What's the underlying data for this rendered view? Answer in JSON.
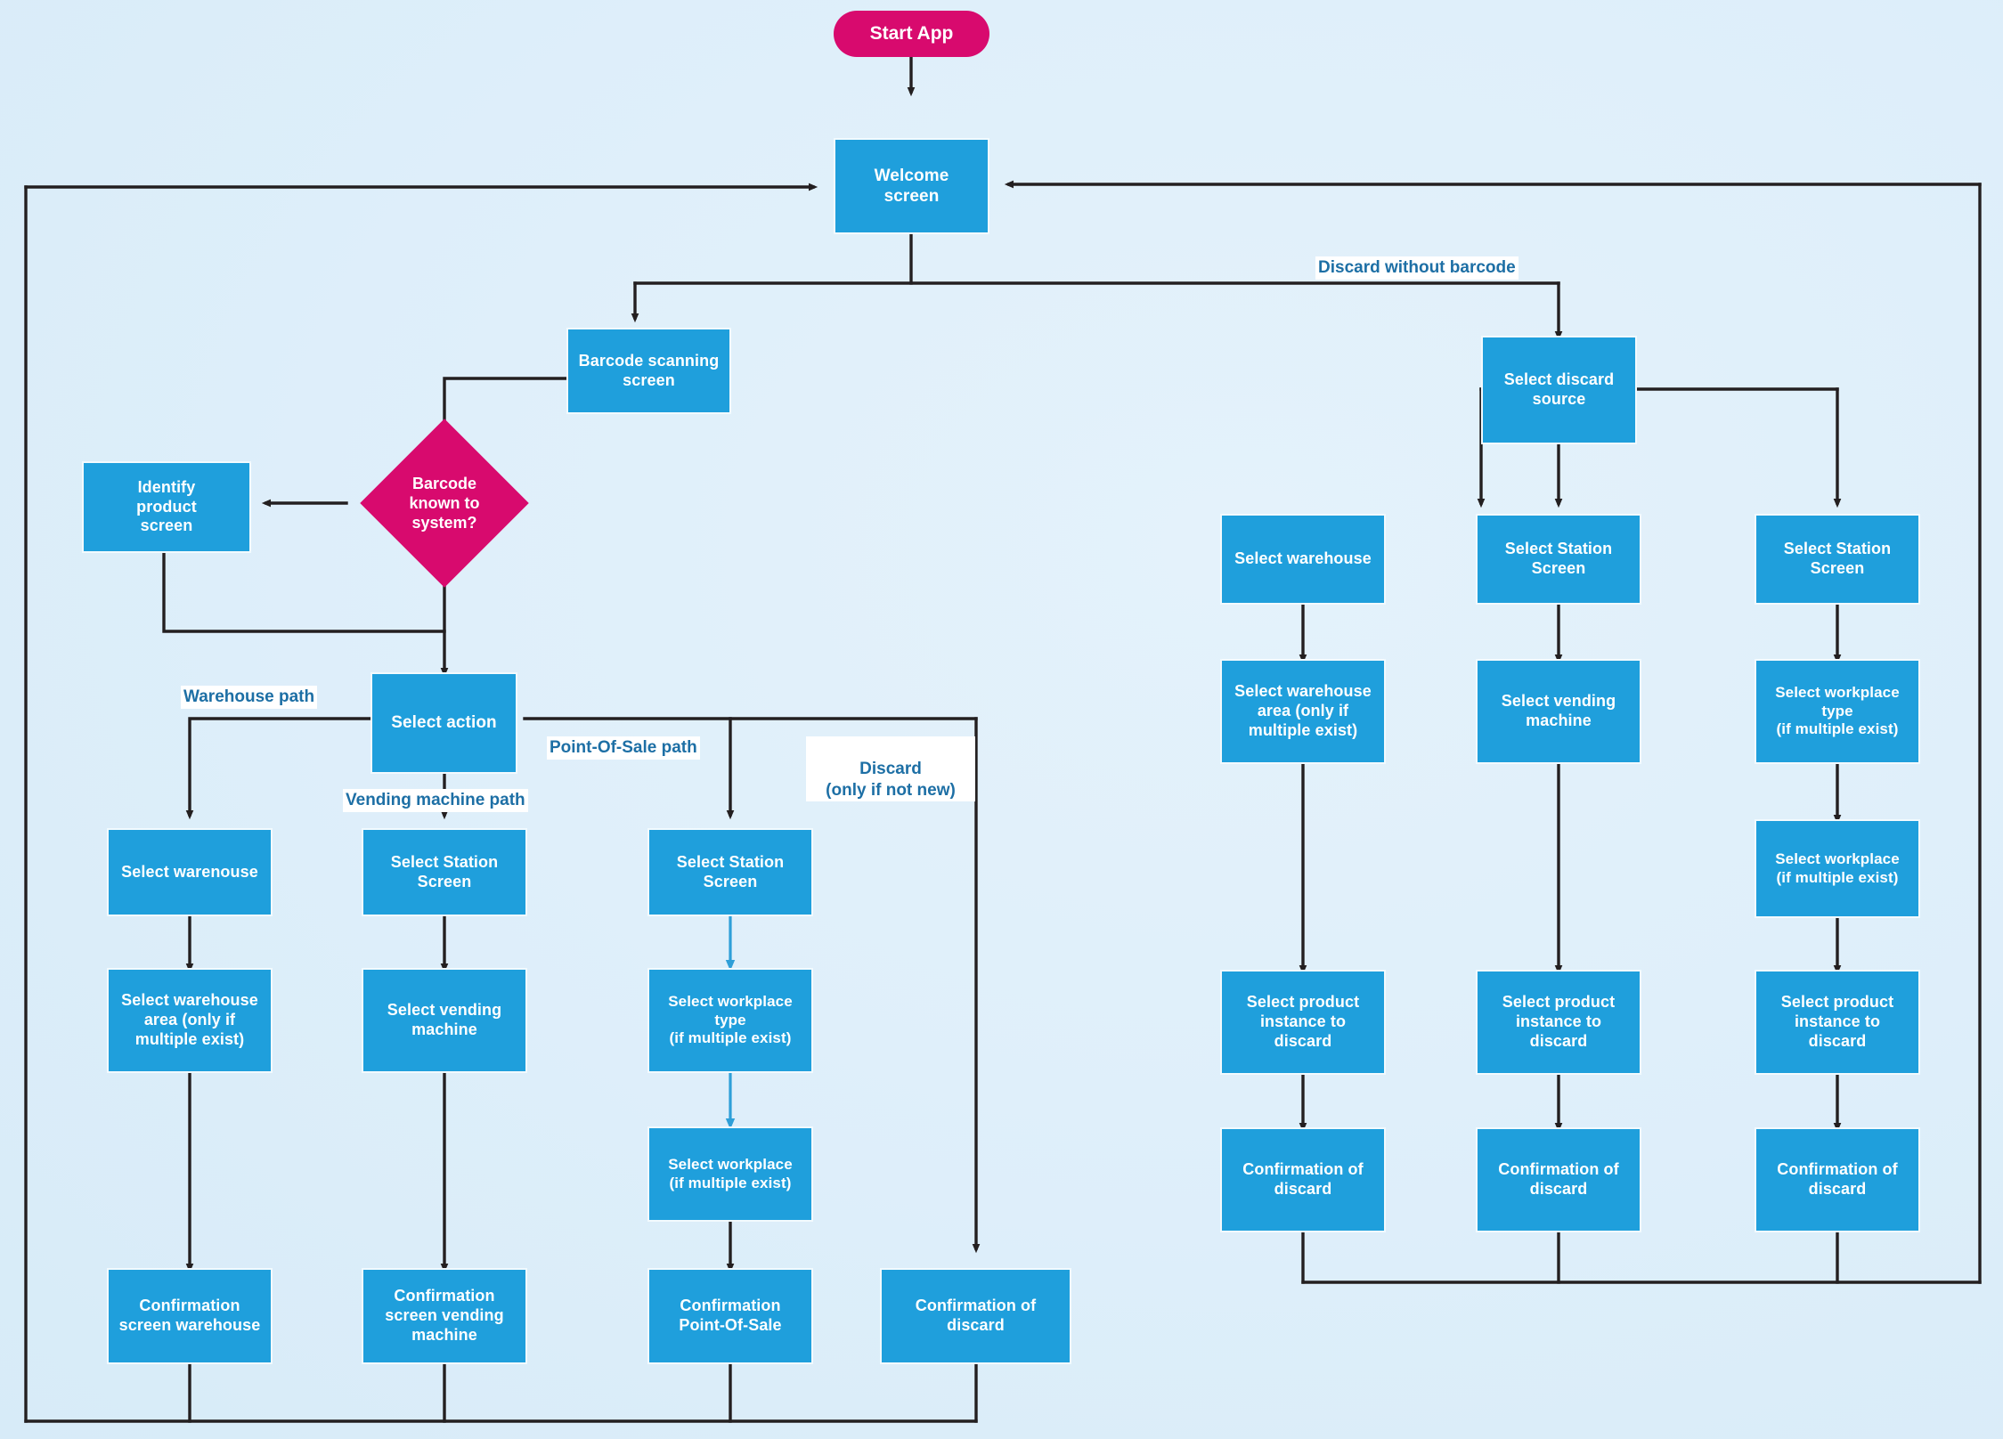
{
  "diagram": {
    "title": "Application navigation flowchart",
    "colors": {
      "node_fill": "#1f9fdc",
      "terminator_fill": "#d80a6e",
      "decision_fill": "#d80a6e",
      "node_text": "#ffffff",
      "edge_label_text": "#1d6fa5",
      "edge_label_bg": "#ffffff",
      "connector": "#231f20",
      "connector_light": "#2e9fd8",
      "background": "#ddeefa"
    },
    "nodes": {
      "start_app": "Start App",
      "welcome_screen": "Welcome\nscreen",
      "barcode_scanning_screen": "Barcode scanning\nscreen",
      "barcode_known": "Barcode\nknown to\nsystem?",
      "identify_product_screen": "Identify\nproduct\nscreen",
      "select_action": "Select action",
      "select_warenouse": "Select warenouse",
      "select_warehouse_area": "Select warehouse\narea (only if\nmultiple exist)",
      "confirmation_screen_warehouse": "Confirmation\nscreen warehouse",
      "select_station_screen_vending": "Select Station\nScreen",
      "select_vending_machine": "Select vending\nmachine",
      "confirmation_screen_vending_machine": "Confirmation\nscreen vending\nmachine",
      "select_station_screen_pos": "Select Station\nScreen",
      "select_workplace_type_pos": "Select workplace\ntype\n(if multiple exist)",
      "select_workplace_pos": "Select workplace\n(if multiple exist)",
      "confirmation_pos": "Confirmation\nPoint-Of-Sale",
      "confirmation_of_discard_left": "Confirmation of\ndiscard",
      "select_discard_source": "Select discard\nsource",
      "select_warehouse_r": "Select warehouse",
      "select_warehouse_area_r": "Select warehouse\narea (only if\nmultiple exist)",
      "select_product_instance_1": "Select product\ninstance to\ndiscard",
      "confirmation_of_discard_1": "Confirmation of\ndiscard",
      "select_station_screen_r2": "Select Station\nScreen",
      "select_vending_machine_r2": "Select vending\nmachine",
      "select_product_instance_2": "Select product\ninstance to\ndiscard",
      "confirmation_of_discard_2": "Confirmation of\ndiscard",
      "select_station_screen_r3": "Select Station\nScreen",
      "select_workplace_type_r3": "Select workplace\ntype\n(if multiple exist)",
      "select_workplace_r3": "Select workplace\n(if multiple exist)",
      "select_product_instance_3": "Select product\ninstance to\ndiscard",
      "confirmation_of_discard_3": "Confirmation of\ndiscard"
    },
    "edge_labels": {
      "discard_without_barcode": "Discard without barcode",
      "warehouse_path": "Warehouse path",
      "vending_machine_path": "Vending machine path",
      "point_of_sale_path": "Point-Of-Sale path",
      "discard_only_if_not_new": "Discard\n(only if not new)"
    }
  }
}
